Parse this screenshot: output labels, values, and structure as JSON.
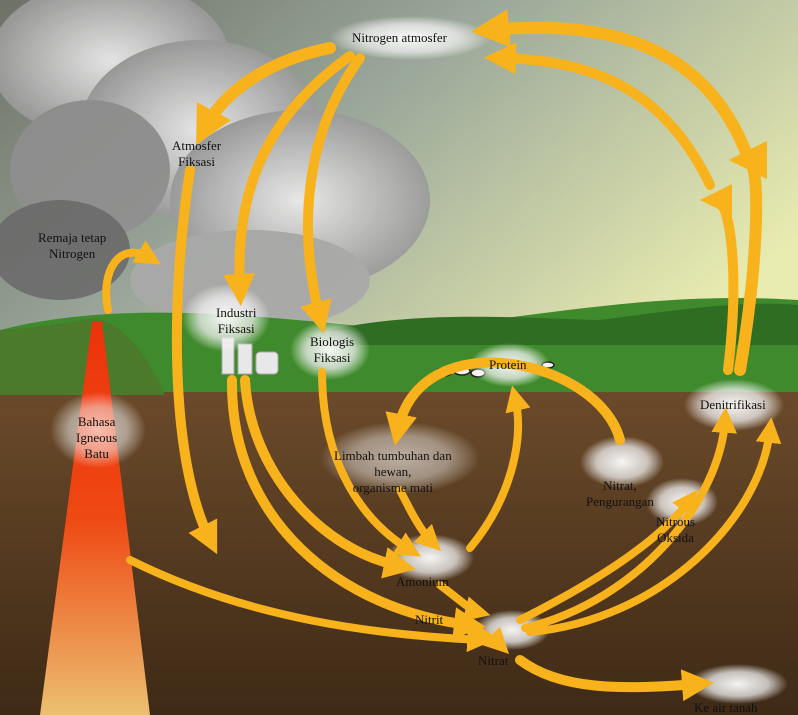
{
  "diagram": {
    "labels": {
      "nitrogen_atmosfer": "Nitrogen atmosfer",
      "atmosfer_fiksasi": [
        "Atmosfer",
        "Fiksasi"
      ],
      "remaja_tetap_nitrogen": [
        "Remaja tetap",
        "Nitrogen"
      ],
      "industri_fiksasi": [
        "Industri",
        "Fiksasi"
      ],
      "biologis_fiksasi": [
        "Biologis",
        "Fiksasi"
      ],
      "protein": "Protein",
      "denitrifikasi": "Denitrifikasi",
      "bahasa_igneous_batu": [
        "Bahasa",
        "Igneous",
        "Batu"
      ],
      "limbah": [
        "Limbah tumbuhan dan",
        "hewan,",
        "organisme mati"
      ],
      "nitrat_pengurangan": [
        "Nitrat,",
        "Pengurangan"
      ],
      "nitrous_oksida": [
        "Nitrous",
        "Oksida"
      ],
      "amonium": "Amonium",
      "nitrit": "Nitrit",
      "nitrat": "Nitrat",
      "ke_air_tanah": "Ke air tanah"
    },
    "colors": {
      "arrow": "#f7b21c",
      "arrow_edge": "#d98b00",
      "ground": "#5a3d22",
      "grass": "#3f8a2c",
      "sky": "#b9c4a0",
      "magma": "#ff3a10"
    }
  }
}
